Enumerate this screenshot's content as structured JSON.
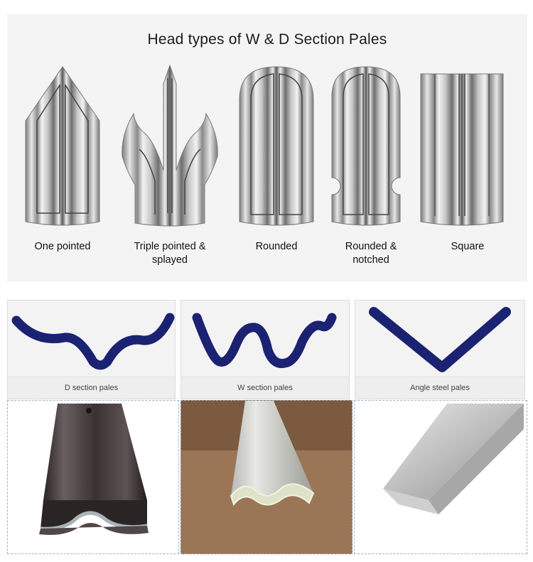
{
  "title": "Head types of  W & D Section Pales",
  "head_types": [
    {
      "label_line1": "One pointed",
      "label_line2": ""
    },
    {
      "label_line1": "Triple pointed &",
      "label_line2": "splayed"
    },
    {
      "label_line1": "Rounded",
      "label_line2": ""
    },
    {
      "label_line1": "Rounded &",
      "label_line2": "notched"
    },
    {
      "label_line1": "Square",
      "label_line2": ""
    }
  ],
  "profiles": [
    {
      "caption": "D section pales"
    },
    {
      "caption": "W section pales"
    },
    {
      "caption": "Angle steel pales"
    }
  ],
  "colors": {
    "profile_stroke": "#1b2272",
    "panel_bg": "#f4f4f4"
  }
}
